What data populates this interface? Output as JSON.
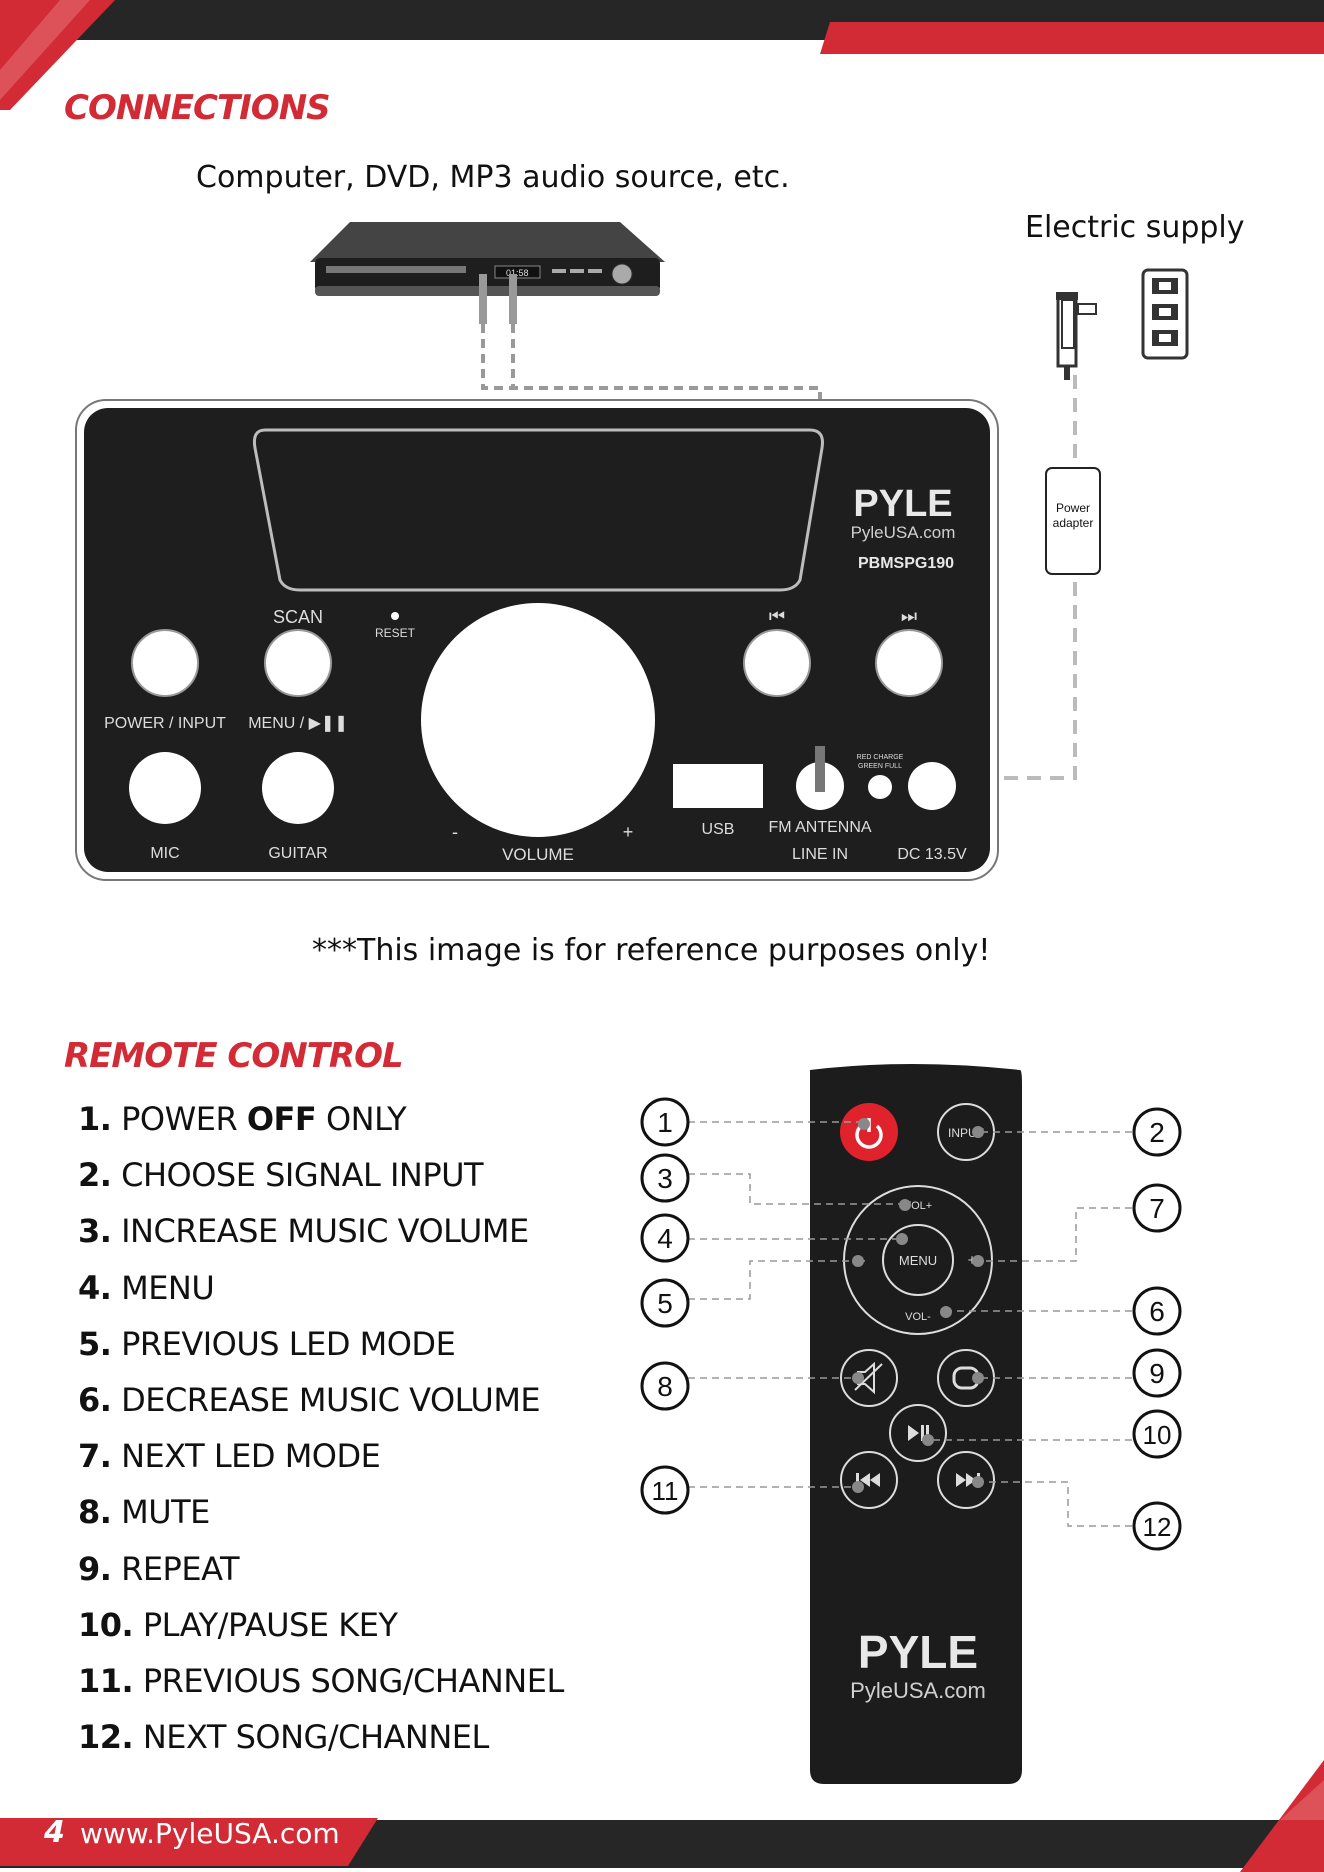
{
  "header": {
    "connections_title": "CONNECTIONS",
    "remote_title": "REMOTE CONTROL"
  },
  "connections": {
    "source_caption": "Computer, DVD, MP3 audio source, etc.",
    "supply_caption": "Electric supply",
    "adapter_label_1": "Power",
    "adapter_label_2": "adapter",
    "player_display": "01:58",
    "disclaimer": "***This image is for reference purposes only!"
  },
  "panel": {
    "brand": "PYLE",
    "site": "PyleUSA.com",
    "model": "PBMSPG190",
    "scan": "SCAN",
    "reset": "RESET",
    "power_input": "POWER / INPUT",
    "menu_play": "MENU  / ▶❚❚",
    "mic": "MIC",
    "guitar": "GUITAR",
    "vol_minus": "-",
    "vol_plus": "+",
    "volume": "VOLUME",
    "usb": "USB",
    "fm_antenna": "FM ANTENNA",
    "line_in": "LINE IN",
    "dc": "DC 13.5V",
    "charge_1": "RED CHARGE",
    "charge_2": "GREEN FULL",
    "prev_icon": "⏮",
    "next_icon": "⏭"
  },
  "remote": {
    "brand": "PYLE",
    "site": "PyleUSA.com",
    "input": "INPUT",
    "menu": "MENU",
    "vol_plus": "VOL+",
    "vol_minus": "VOL-",
    "minus": "-",
    "plus": "+",
    "callouts": [
      "1",
      "2",
      "3",
      "4",
      "5",
      "6",
      "7",
      "8",
      "9",
      "10",
      "11",
      "12"
    ]
  },
  "legend": [
    {
      "num": "1.",
      "pre": " POWER ",
      "strong": "OFF",
      "post": " ONLY"
    },
    {
      "num": "2.",
      "pre": " CHOOSE SIGNAL  INPUT",
      "strong": "",
      "post": ""
    },
    {
      "num": "3.",
      "pre": " INCREASE MUSIC VOLUME",
      "strong": "",
      "post": ""
    },
    {
      "num": "4.",
      "pre": " MENU",
      "strong": "",
      "post": ""
    },
    {
      "num": "5.",
      "pre": " PREVIOUS LED MODE",
      "strong": "",
      "post": ""
    },
    {
      "num": "6.",
      "pre": " DECREASE MUSIC  VOLUME",
      "strong": "",
      "post": ""
    },
    {
      "num": "7.",
      "pre": " NEXT LED MODE",
      "strong": "",
      "post": ""
    },
    {
      "num": "8.",
      "pre": " MUTE",
      "strong": "",
      "post": ""
    },
    {
      "num": "9.",
      "pre": " REPEAT",
      "strong": "",
      "post": ""
    },
    {
      "num": "10.",
      "pre": " PLAY/PAUSE KEY",
      "strong": "",
      "post": ""
    },
    {
      "num": "11.",
      "pre": " PREVIOUS SONG/CHANNEL",
      "strong": "",
      "post": ""
    },
    {
      "num": "12.",
      "pre": " NEXT SONG/CHANNEL",
      "strong": "",
      "post": ""
    }
  ],
  "footer": {
    "page_number": "4",
    "url": "www.PyleUSA.com"
  },
  "colors": {
    "accent_red": "#d22b36",
    "dark": "#1c1c1c",
    "band_gray": "#2a2a2a"
  }
}
